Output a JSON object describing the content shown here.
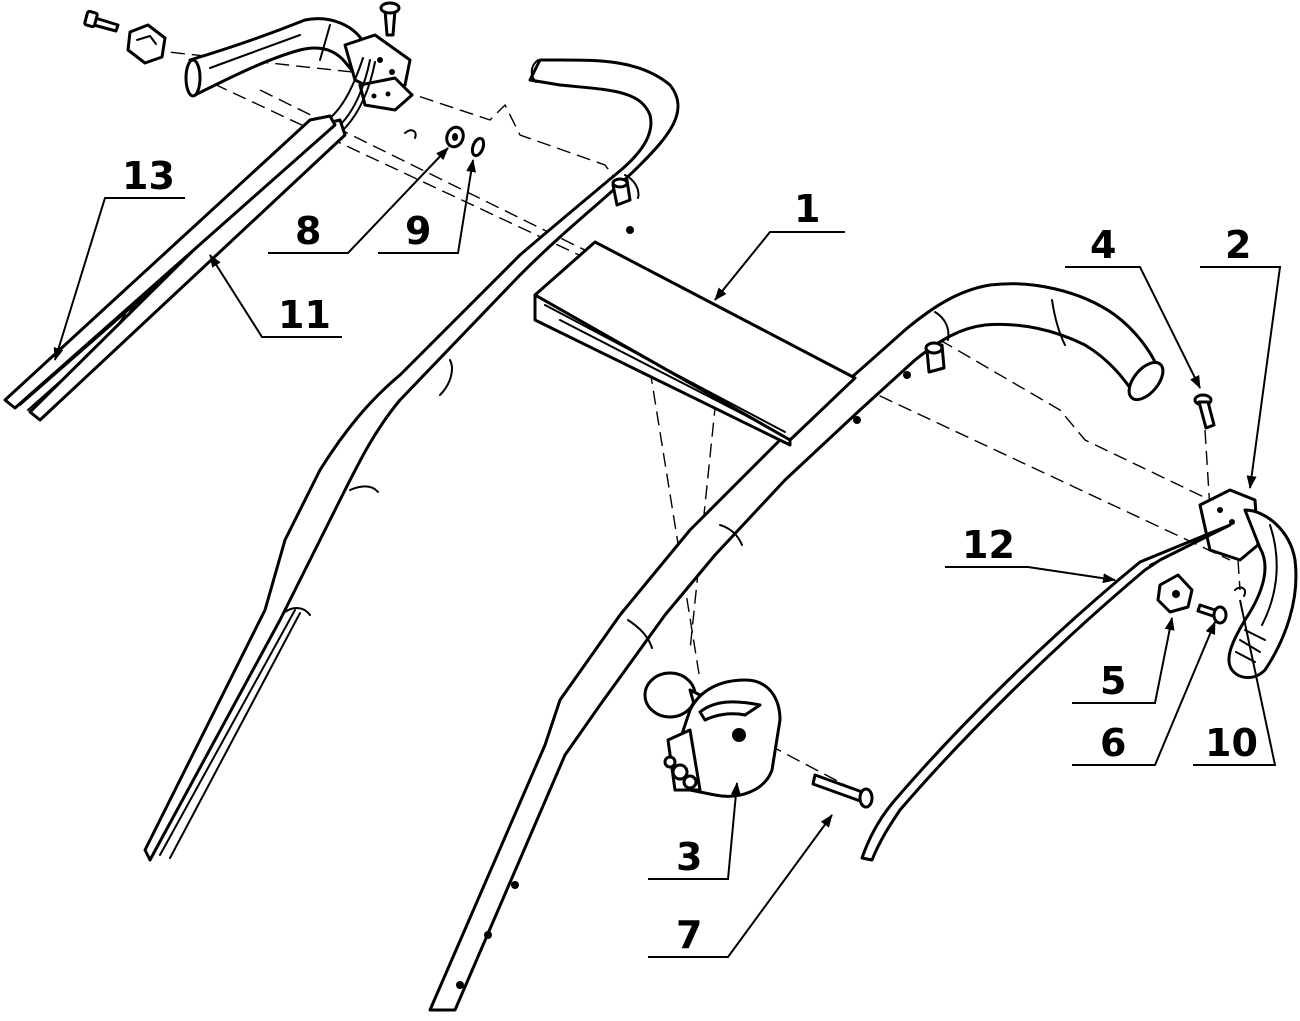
{
  "diagram": {
    "type": "exploded-parts-diagram",
    "line_color": "#000000",
    "background": "#ffffff",
    "callouts": [
      {
        "id": "label-1",
        "text": "1"
      },
      {
        "id": "label-2",
        "text": "2"
      },
      {
        "id": "label-3",
        "text": "3"
      },
      {
        "id": "label-4",
        "text": "4"
      },
      {
        "id": "label-5",
        "text": "5"
      },
      {
        "id": "label-6",
        "text": "6"
      },
      {
        "id": "label-7",
        "text": "7"
      },
      {
        "id": "label-8",
        "text": "8"
      },
      {
        "id": "label-9",
        "text": "9"
      },
      {
        "id": "label-10",
        "text": "10"
      },
      {
        "id": "label-11",
        "text": "11"
      },
      {
        "id": "label-12",
        "text": "12"
      },
      {
        "id": "label-13",
        "text": "13"
      }
    ]
  }
}
